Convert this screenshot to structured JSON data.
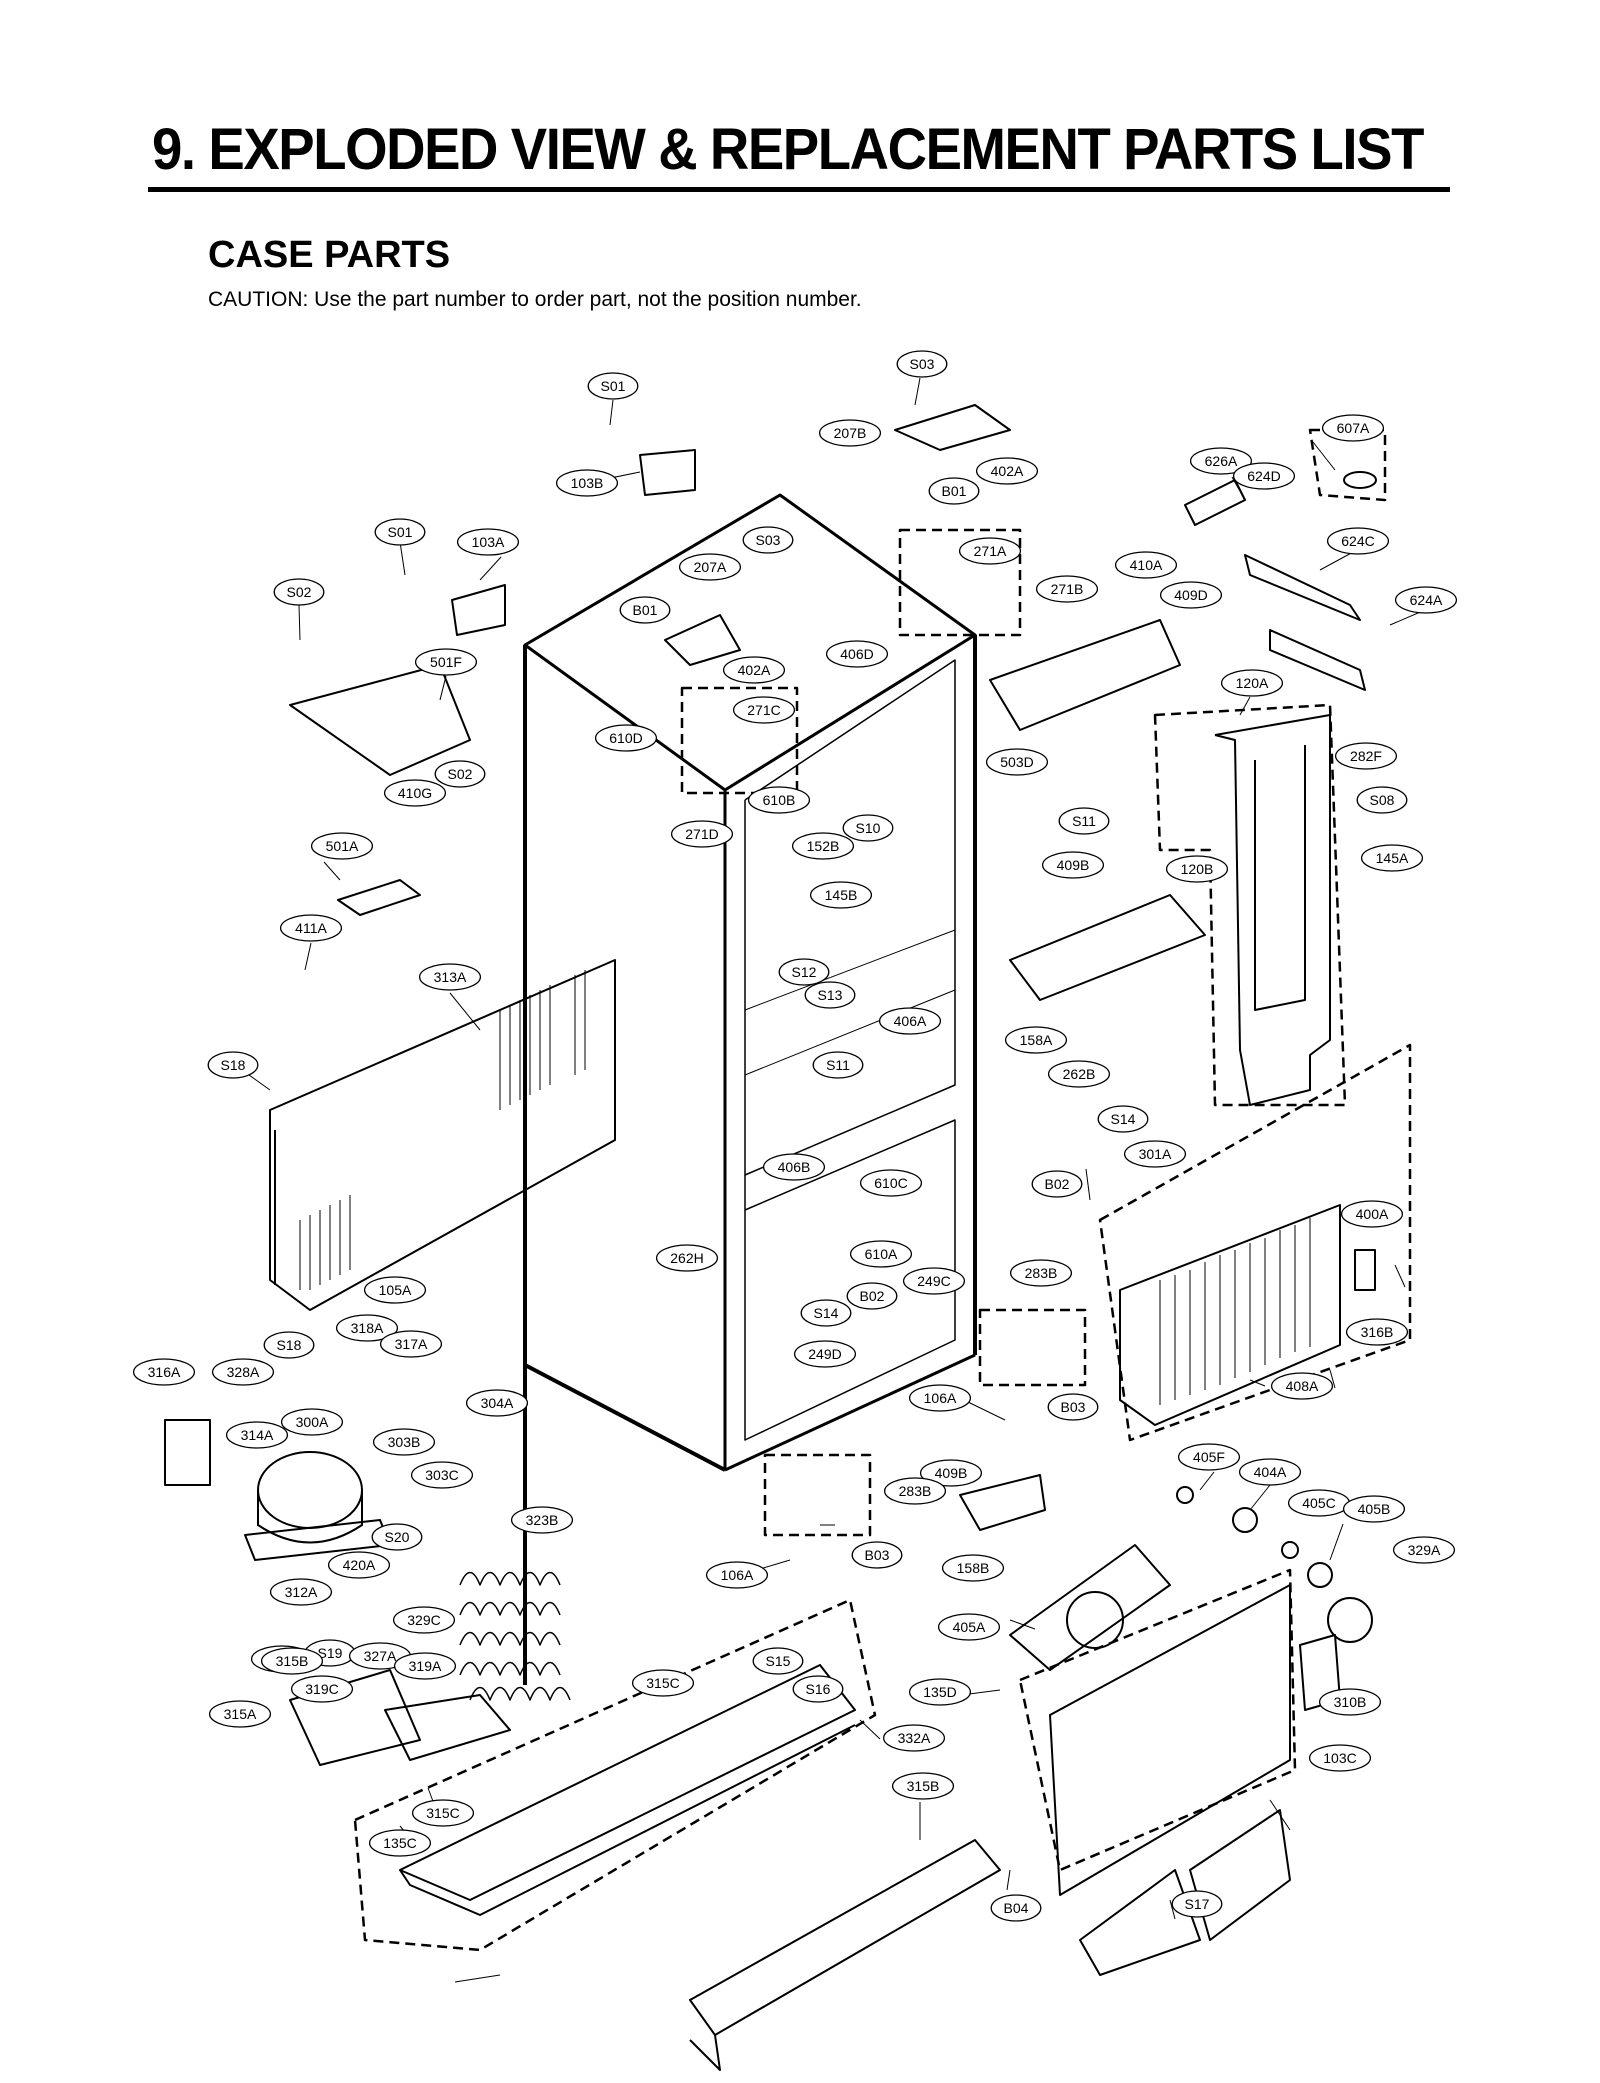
{
  "page": {
    "title": "9. EXPLODED VIEW & REPLACEMENT PARTS LIST",
    "section_title": "CASE PARTS",
    "caution": "CAUTION: Use the part number to order part, not the position number."
  },
  "diagram": {
    "callouts": [
      "S01",
      "S03",
      "207B",
      "402A",
      "B01",
      "607A",
      "626A",
      "624D",
      "103B",
      "S01",
      "103A",
      "S03",
      "207A",
      "271A",
      "410A",
      "624C",
      "S02",
      "B01",
      "271B",
      "409D",
      "624A",
      "501F",
      "402A",
      "406D",
      "610D",
      "271C",
      "120A",
      "503D",
      "282F",
      "S02",
      "610B",
      "S08",
      "410G",
      "271D",
      "152B",
      "S10",
      "S11",
      "145A",
      "501A",
      "409B",
      "120B",
      "145B",
      "411A",
      "313A",
      "S12",
      "S13",
      "406A",
      "158A",
      "S18",
      "S11",
      "262B",
      "S14",
      "301A",
      "406B",
      "610C",
      "B02",
      "400A",
      "262H",
      "610A",
      "249C",
      "283B",
      "B02",
      "S14",
      "105A",
      "316B",
      "318A",
      "S18",
      "317A",
      "249D",
      "408A",
      "B03",
      "316A",
      "328A",
      "304A",
      "106A",
      "300A",
      "314A",
      "303B",
      "409B",
      "405F",
      "303C",
      "404A",
      "283B",
      "405C",
      "405B",
      "323B",
      "329A",
      "S20",
      "B03",
      "158B",
      "420A",
      "106A",
      "312A",
      "329C",
      "405A",
      "309B",
      "S19",
      "327A",
      "315B",
      "319A",
      "S15",
      "315C",
      "319C",
      "S16",
      "135D",
      "310B",
      "315A",
      "332A",
      "103C",
      "315B",
      "315C",
      "135C",
      "S17",
      "B04"
    ]
  }
}
